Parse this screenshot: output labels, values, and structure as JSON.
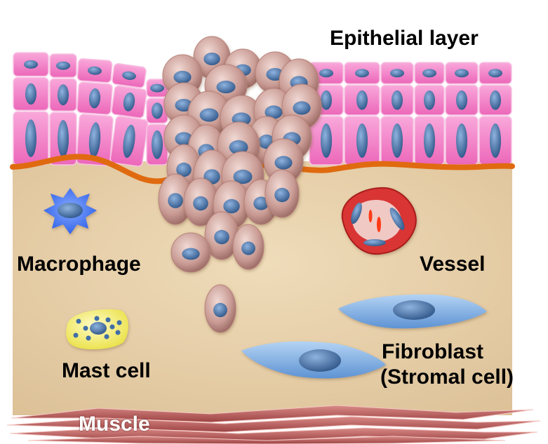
{
  "labels": {
    "epithelial": "Epithelial layer",
    "macrophage": "Macrophage",
    "vessel": "Vessel",
    "mast_cell": "Mast cell",
    "fibroblast_line1": "Fibroblast",
    "fibroblast_line2": "(Stromal cell)",
    "muscle": "Muscle"
  },
  "colors": {
    "background": "#ffffff",
    "stroma": "#e8d3ad",
    "epithelium": "#f27fc8",
    "basement_membrane": "#e06a10",
    "nucleus": "#4f76a8",
    "tumor_cell": "#c99a92",
    "macrophage": "#3c6ff0",
    "mast_cell": "#f3ef7a",
    "vessel": "#d93535",
    "fibroblast": "#7fb0e6",
    "muscle": "#b55a5a",
    "label_text": "#000000"
  }
}
